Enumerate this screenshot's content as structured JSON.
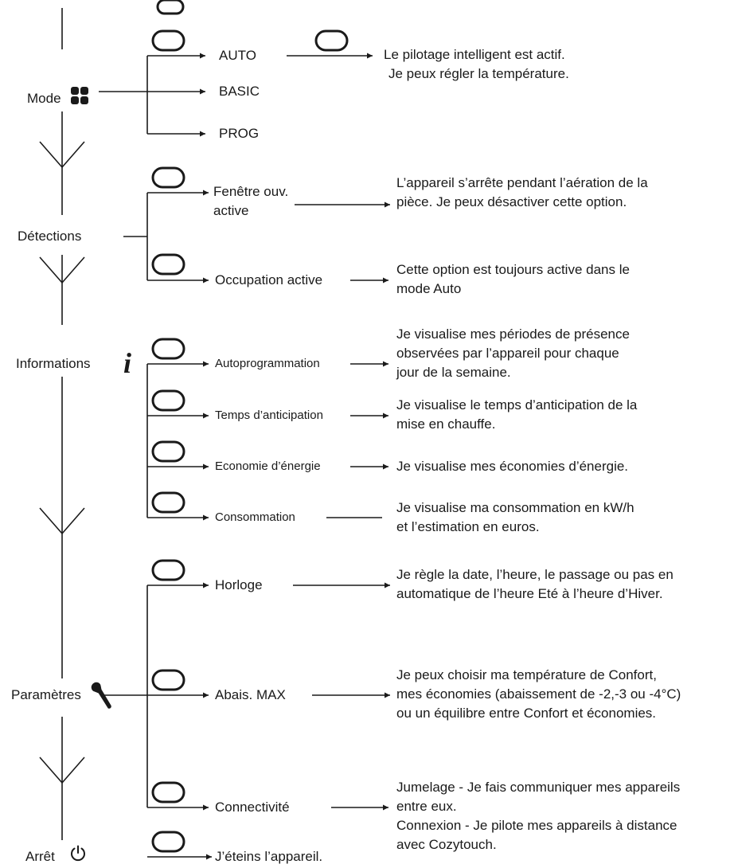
{
  "menus": {
    "mode": {
      "label": "Mode",
      "icon": "grid-icon",
      "options": [
        {
          "label": "AUTO",
          "description": [
            "Le pilotage intelligent est actif.",
            "Je peux régler la température."
          ]
        },
        {
          "label": "BASIC"
        },
        {
          "label": "PROG"
        }
      ]
    },
    "detections": {
      "label": "Détections",
      "options": [
        {
          "label": [
            "Fenêtre ouv.",
            "active"
          ],
          "description": [
            "L’appareil s’arrête pendant l’aération de la",
            "pièce. Je peux désactiver cette option."
          ]
        },
        {
          "label": "Occupation active",
          "description": [
            "Cette option est toujours active dans le",
            "mode Auto"
          ]
        }
      ]
    },
    "informations": {
      "label": "Informations",
      "icon": "info-icon",
      "icon_glyph": "i",
      "options": [
        {
          "label": "Autoprogrammation",
          "description": [
            "Je visualise mes périodes de présence",
            "observées par l’appareil pour chaque",
            "jour de la semaine."
          ]
        },
        {
          "label": "Temps d’anticipation",
          "description": [
            "Je visualise le temps d’anticipation de la",
            "mise en chauffe."
          ]
        },
        {
          "label": "Economie d’énergie",
          "description": [
            "Je visualise mes économies d’énergie."
          ]
        },
        {
          "label": "Consommation",
          "description": [
            "Je visualise ma consommation en kW/h",
            "et l’estimation en euros."
          ]
        }
      ]
    },
    "parametres": {
      "label": "Paramètres",
      "icon": "wrench-icon",
      "options": [
        {
          "label": "Horloge",
          "description": [
            "Je règle la date, l’heure, le passage ou pas en",
            "automatique de l’heure Eté à l’heure d’Hiver."
          ]
        },
        {
          "label": "Abais. MAX",
          "description": [
            "Je peux choisir ma température de Confort,",
            "mes économies (abaissement de -2,-3 ou -4°C)",
            "ou un équilibre entre Confort et économies."
          ]
        },
        {
          "label": "Connectivité",
          "description": [
            "Jumelage - Je fais communiquer mes appareils",
            "entre eux.",
            "Connexion - Je pilote mes appareils à distance",
            "avec Cozytouch."
          ]
        }
      ]
    },
    "arret": {
      "label": "Arrêt",
      "icon": "power-icon",
      "description": [
        "J’éteins l’appareil."
      ]
    }
  },
  "colors": {
    "ink": "#1a1a1a",
    "background": "#ffffff"
  }
}
